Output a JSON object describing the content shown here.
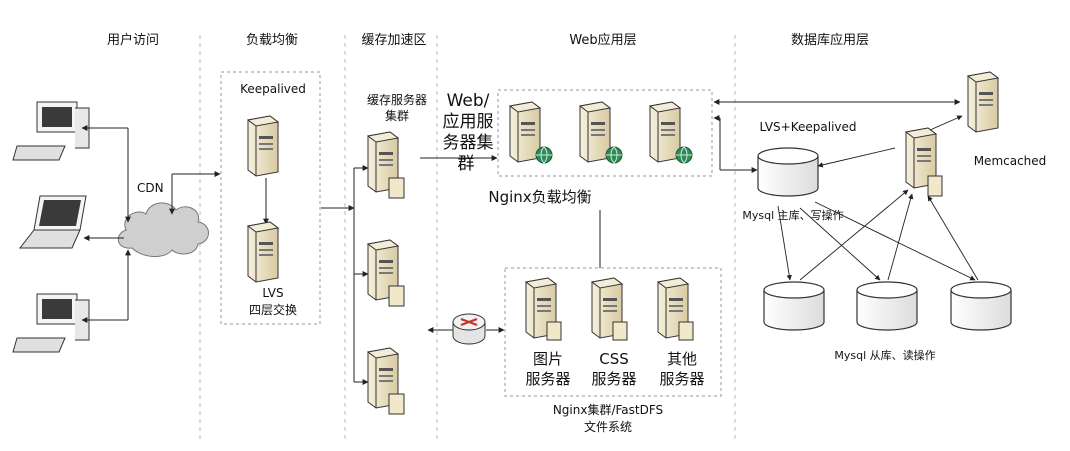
{
  "headers": {
    "user_access": "用户访问",
    "load_balance": "负载均衡",
    "cache_zone": "缓存加速区",
    "web_layer": "Web应用层",
    "db_layer": "数据库应用层"
  },
  "labels": {
    "cdn": "CDN",
    "keepalived": "Keepalived",
    "lvs": "LVS",
    "lvs_sub": "四层交换",
    "cache_cluster_1": "缓存服务器",
    "cache_cluster_2": "集群",
    "web_cluster_1": "Web/",
    "web_cluster_2": "应用服",
    "web_cluster_3": "务器集",
    "web_cluster_4": "群",
    "nginx_lb": "Nginx负载均衡",
    "lvs_keepalived": "LVS+Keepalived",
    "memcached": "Memcached",
    "mysql_master": "Mysql 主库、写操作",
    "mysql_slave": "Mysql 从库、读操作",
    "img_server_1": "图片",
    "img_server_2": "服务器",
    "css_server_1": "CSS",
    "css_server_2": "服务器",
    "other_server_1": "其他",
    "other_server_2": "服务器",
    "nginx_fastdfs_1": "Nginx集群/FastDFS",
    "nginx_fastdfs_2": "文件系统"
  },
  "icons": {
    "server": "server-icon",
    "desktop": "desktop-computer-icon",
    "laptop": "laptop-icon",
    "cloud": "cloud-icon",
    "router": "router-icon",
    "database": "database-cylinder-icon",
    "globe": "globe-icon"
  },
  "colors": {
    "server_body": "#ece2c4",
    "server_dark": "#b9ac84",
    "globe": "#2e8b57",
    "router_red": "#c0392b",
    "line": "#222222",
    "divider": "#bbbbbb"
  }
}
